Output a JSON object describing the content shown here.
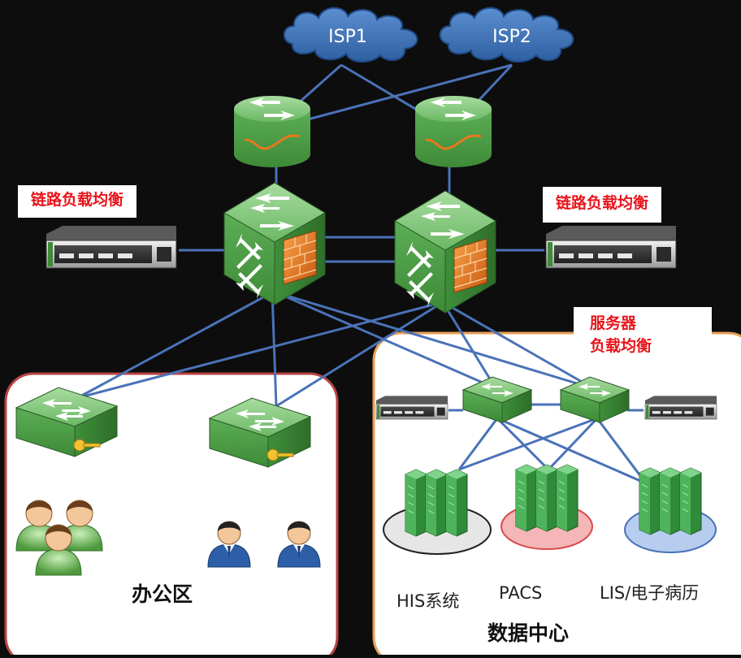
{
  "isps": [
    "ISP1",
    "ISP2"
  ],
  "labels": {
    "link_lb_left": "链路负载均衡",
    "link_lb_right": "链路负载均衡",
    "server_lb_line1": "服务器",
    "server_lb_line2": "负载均衡"
  },
  "zones": {
    "office": "办公区",
    "datacenter": "数据中心"
  },
  "clusters": [
    "HIS系统",
    "PACS",
    "LIS/电子病历"
  ],
  "colors": {
    "background": "#0d0d0d",
    "link": "#4a72b8",
    "device_green": "#4fa14a",
    "firewall_orange": "#e8781e",
    "cloud_blue": "#3d6fb5",
    "office_border": "#b94444",
    "datacenter_border": "#e8a05a",
    "label_red": "#e8141b"
  }
}
